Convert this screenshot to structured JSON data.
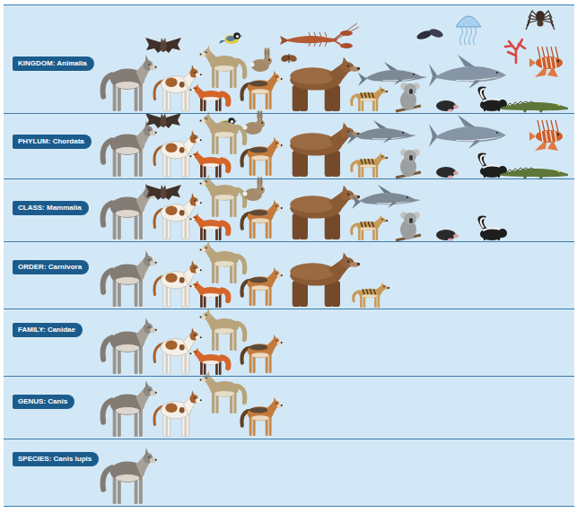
{
  "diagram": {
    "nodes": [
      {
        "text": [
          "KINGDOM: Animalia"
        ]
      },
      {
        "text": [
          "PHYLUM: Chordata"
        ]
      },
      {
        "text": [
          "CLASS: Mammalia"
        ]
      },
      {
        "text": [
          "ORDER: Carnivora"
        ]
      },
      {
        "text": [
          "FAMILY: Canidae"
        ]
      },
      {
        "text": [
          "GENUS: Canis"
        ]
      },
      {
        "text": [
          "SPECIES: Canis lupis"
        ]
      }
    ]
  }
}
